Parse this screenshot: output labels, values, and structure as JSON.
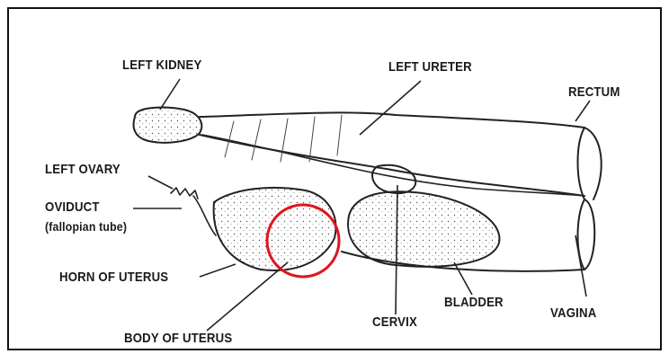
{
  "labels": {
    "left_kidney": "LEFT KIDNEY",
    "left_ureter": "LEFT URETER",
    "rectum": "RECTUM",
    "left_ovary": "LEFT OVARY",
    "oviduct": "OVIDUCT",
    "oviduct_sub": "(fallopian tube)",
    "horn_of_uterus": "HORN OF UTERUS",
    "body_of_uterus": "BODY OF UTERUS",
    "cervix": "CERVIX",
    "bladder": "BLADDER",
    "vagina": "VAGINA"
  },
  "highlight_color": "#e0141e"
}
